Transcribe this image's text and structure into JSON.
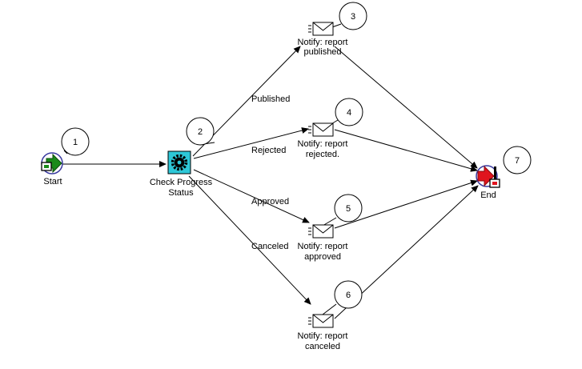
{
  "nodes": {
    "start": {
      "label": "Start",
      "icon": "start-arrow-icon"
    },
    "check": {
      "label_line1": "Check Progress",
      "label_line2": "Status",
      "icon": "gear-function-icon"
    },
    "notify_published": {
      "label_line1": "Notify: report",
      "label_line2": "published",
      "icon": "envelope-icon"
    },
    "notify_rejected": {
      "label_line1": "Notify: report",
      "label_line2": "rejected.",
      "icon": "envelope-icon"
    },
    "notify_approved": {
      "label_line1": "Notify: report",
      "label_line2": "approved",
      "icon": "envelope-icon"
    },
    "notify_canceled": {
      "label_line1": "Notify: report",
      "label_line2": "canceled",
      "icon": "envelope-icon"
    },
    "end": {
      "label": "End",
      "icon": "end-arrow-icon"
    }
  },
  "edges": {
    "published": "Published",
    "rejected": "Rejected",
    "approved": "Approved",
    "canceled": "Canceled"
  },
  "callouts": {
    "c1": "1",
    "c2": "2",
    "c3": "3",
    "c4": "4",
    "c5": "5",
    "c6": "6",
    "c7": "7"
  },
  "colors": {
    "start_arrow": "#1a8a1a",
    "end_arrow": "#e0141e",
    "node_ring": "#3a3aa0",
    "function_bg": "#2ec8d8"
  }
}
